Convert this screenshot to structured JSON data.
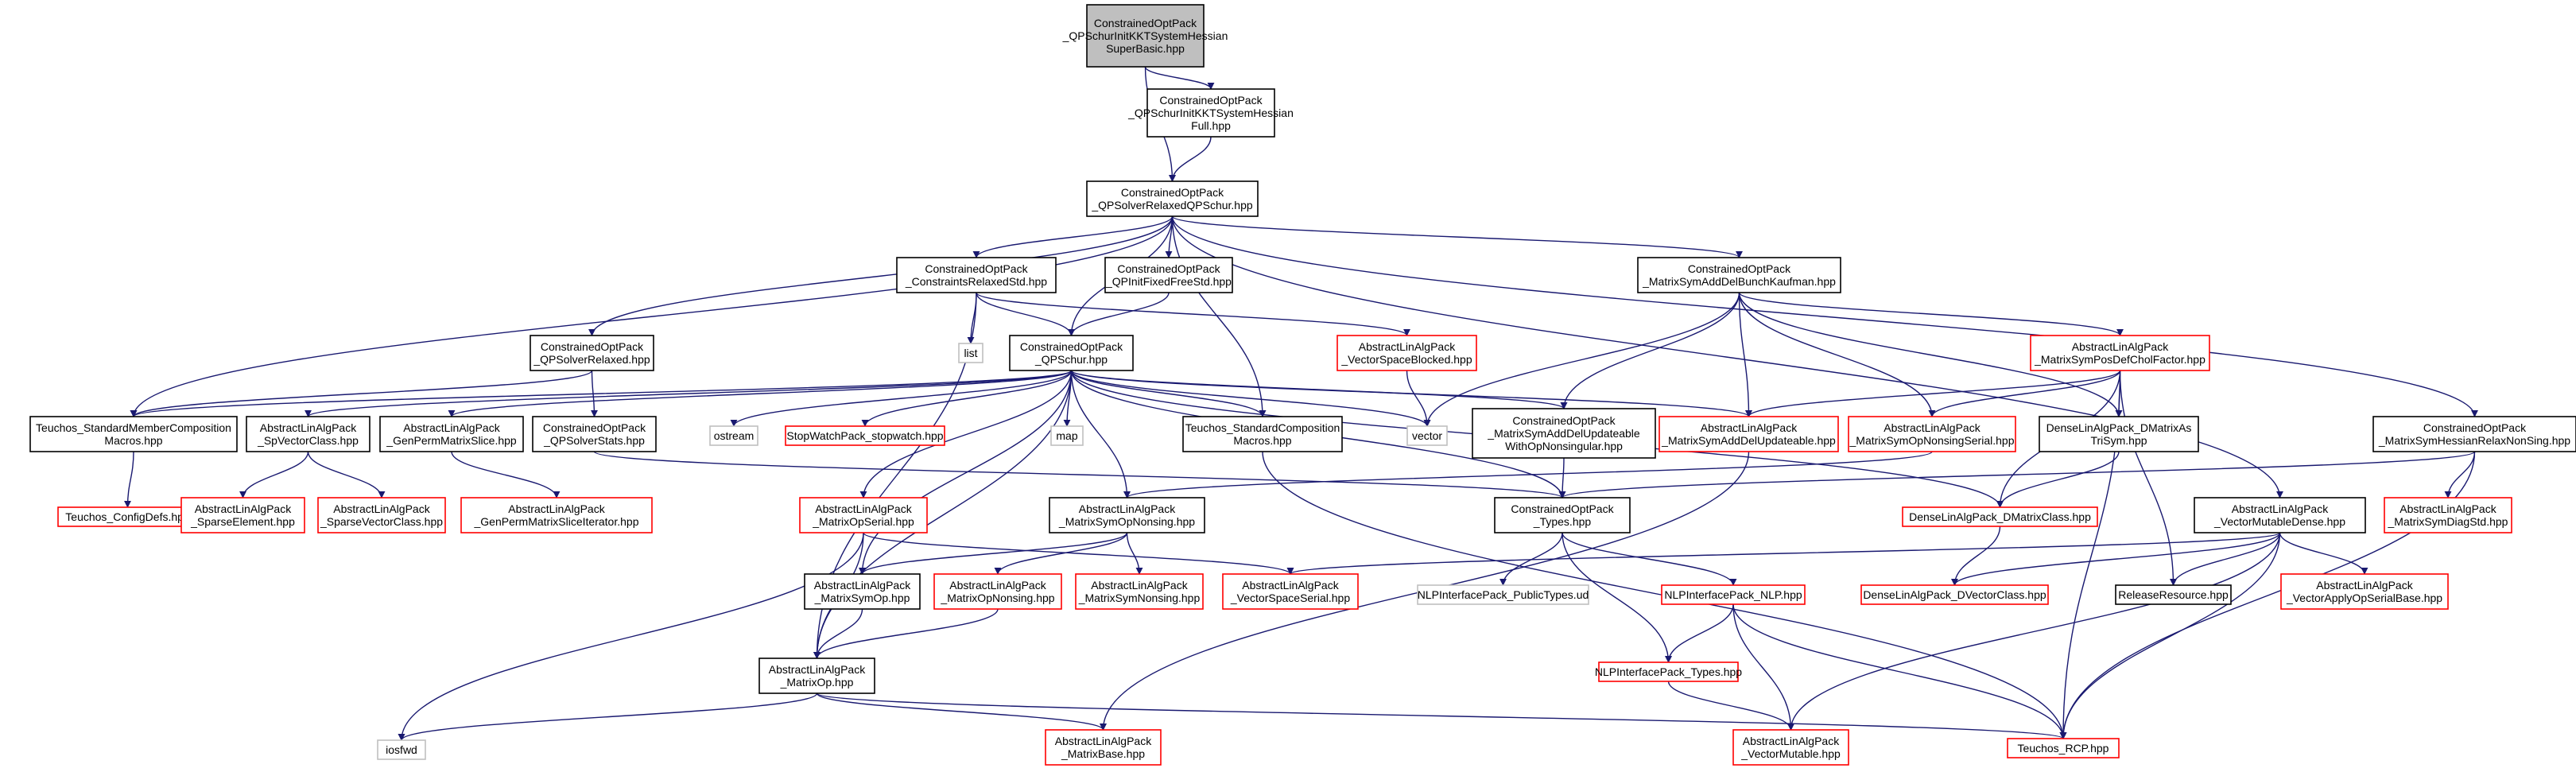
{
  "colors": {
    "edge": "#191970",
    "documented": "#000000",
    "undocumented": "#ff0000",
    "external": "#bfbfbf",
    "current": "#bfbfbf"
  },
  "nodes": [
    {
      "id": "root",
      "lines": [
        "ConstrainedOptPack",
        "_QPSchurInitKKTSystemHessian",
        "SuperBasic.hpp"
      ],
      "kind": "focus"
    },
    {
      "id": "full",
      "lines": [
        "ConstrainedOptPack",
        "_QPSchurInitKKTSystemHessian",
        "Full.hpp"
      ],
      "kind": "black"
    },
    {
      "id": "relaxedqp",
      "lines": [
        "ConstrainedOptPack",
        "_QPSolverRelaxedQPSchur.hpp"
      ],
      "kind": "black"
    },
    {
      "id": "constraints",
      "lines": [
        "ConstrainedOptPack",
        "_ConstraintsRelaxedStd.hpp"
      ],
      "kind": "black"
    },
    {
      "id": "qpinitfixed",
      "lines": [
        "ConstrainedOptPack",
        "_QPInitFixedFreeStd.hpp"
      ],
      "kind": "black"
    },
    {
      "id": "bunch",
      "lines": [
        "ConstrainedOptPack",
        "_MatrixSymAddDelBunchKaufman.hpp"
      ],
      "kind": "black"
    },
    {
      "id": "hessrelax",
      "lines": [
        "ConstrainedOptPack",
        "_MatrixSymHessianRelaxNonSing.hpp"
      ],
      "kind": "black"
    },
    {
      "id": "list",
      "lines": [
        "list"
      ],
      "kind": "gray"
    },
    {
      "id": "solverrelaxed",
      "lines": [
        "ConstrainedOptPack",
        "_QPSolverRelaxed.hpp"
      ],
      "kind": "black"
    },
    {
      "id": "qpschur",
      "lines": [
        "ConstrainedOptPack",
        "_QPSchur.hpp"
      ],
      "kind": "black"
    },
    {
      "id": "vsblocked",
      "lines": [
        "AbstractLinAlgPack",
        "_VectorSpaceBlocked.hpp"
      ],
      "kind": "red"
    },
    {
      "id": "posdef",
      "lines": [
        "AbstractLinAlgPack",
        "_MatrixSymPosDefCholFactor.hpp"
      ],
      "kind": "red"
    },
    {
      "id": "tsmember",
      "lines": [
        "Teuchos_StandardMemberComposition",
        "Macros.hpp"
      ],
      "kind": "black"
    },
    {
      "id": "spvector",
      "lines": [
        "AbstractLinAlgPack",
        "_SpVectorClass.hpp"
      ],
      "kind": "black"
    },
    {
      "id": "genperm",
      "lines": [
        "AbstractLinAlgPack",
        "_GenPermMatrixSlice.hpp"
      ],
      "kind": "black"
    },
    {
      "id": "qpstats",
      "lines": [
        "ConstrainedOptPack",
        "_QPSolverStats.hpp"
      ],
      "kind": "black"
    },
    {
      "id": "ostream",
      "lines": [
        "ostream"
      ],
      "kind": "gray"
    },
    {
      "id": "stopwatch",
      "lines": [
        "StopWatchPack_stopwatch.hpp"
      ],
      "kind": "red"
    },
    {
      "id": "map",
      "lines": [
        "map"
      ],
      "kind": "gray"
    },
    {
      "id": "tscomp",
      "lines": [
        "Teuchos_StandardComposition",
        "Macros.hpp"
      ],
      "kind": "black"
    },
    {
      "id": "vector",
      "lines": [
        "vector"
      ],
      "kind": "gray"
    },
    {
      "id": "symupd",
      "lines": [
        "ConstrainedOptPack",
        "_MatrixSymAddDelUpdateable",
        "WithOpNonsingular.hpp"
      ],
      "kind": "black"
    },
    {
      "id": "addupd",
      "lines": [
        "AbstractLinAlgPack",
        "_MatrixSymAddDelUpdateable.hpp"
      ],
      "kind": "red"
    },
    {
      "id": "opnonsser",
      "lines": [
        "AbstractLinAlgPack",
        "_MatrixSymOpNonsingSerial.hpp"
      ],
      "kind": "red"
    },
    {
      "id": "dmtri",
      "lines": [
        "DenseLinAlgPack_DMatrixAs",
        "TriSym.hpp"
      ],
      "kind": "black"
    },
    {
      "id": "configdefs",
      "lines": [
        "Teuchos_ConfigDefs.hpp"
      ],
      "kind": "red"
    },
    {
      "id": "sparseel",
      "lines": [
        "AbstractLinAlgPack",
        "_SparseElement.hpp"
      ],
      "kind": "red"
    },
    {
      "id": "sparsevec",
      "lines": [
        "AbstractLinAlgPack",
        "_SparseVectorClass.hpp"
      ],
      "kind": "red"
    },
    {
      "id": "genpermit",
      "lines": [
        "AbstractLinAlgPack",
        "_GenPermMatrixSliceIterator.hpp"
      ],
      "kind": "red"
    },
    {
      "id": "opserial",
      "lines": [
        "AbstractLinAlgPack",
        "_MatrixOpSerial.hpp"
      ],
      "kind": "red"
    },
    {
      "id": "symopnons",
      "lines": [
        "AbstractLinAlgPack",
        "_MatrixSymOpNonsing.hpp"
      ],
      "kind": "black"
    },
    {
      "id": "types",
      "lines": [
        "ConstrainedOptPack",
        "_Types.hpp"
      ],
      "kind": "black"
    },
    {
      "id": "dmatrix",
      "lines": [
        "DenseLinAlgPack_DMatrixClass.hpp"
      ],
      "kind": "red"
    },
    {
      "id": "vecmut",
      "lines": [
        "AbstractLinAlgPack",
        "_VectorMutableDense.hpp"
      ],
      "kind": "black"
    },
    {
      "id": "diagstd",
      "lines": [
        "AbstractLinAlgPack",
        "_MatrixSymDiagStd.hpp"
      ],
      "kind": "red"
    },
    {
      "id": "symop",
      "lines": [
        "AbstractLinAlgPack",
        "_MatrixSymOp.hpp"
      ],
      "kind": "black"
    },
    {
      "id": "opnons",
      "lines": [
        "AbstractLinAlgPack",
        "_MatrixOpNonsing.hpp"
      ],
      "kind": "red"
    },
    {
      "id": "symnons",
      "lines": [
        "AbstractLinAlgPack",
        "_MatrixSymNonsing.hpp"
      ],
      "kind": "red"
    },
    {
      "id": "vspser",
      "lines": [
        "AbstractLinAlgPack",
        "_VectorSpaceSerial.hpp"
      ],
      "kind": "red"
    },
    {
      "id": "nlpptypes",
      "lines": [
        "NLPInterfacePack_PublicTypes.ud"
      ],
      "kind": "gray"
    },
    {
      "id": "nlp",
      "lines": [
        "NLPInterfacePack_NLP.hpp"
      ],
      "kind": "red"
    },
    {
      "id": "dvector",
      "lines": [
        "DenseLinAlgPack_DVectorClass.hpp"
      ],
      "kind": "red"
    },
    {
      "id": "release",
      "lines": [
        "ReleaseResource.hpp"
      ],
      "kind": "black"
    },
    {
      "id": "vapply",
      "lines": [
        "AbstractLinAlgPack",
        "_VectorApplyOpSerialBase.hpp"
      ],
      "kind": "red"
    },
    {
      "id": "matrixop",
      "lines": [
        "AbstractLinAlgPack",
        "_MatrixOp.hpp"
      ],
      "kind": "black"
    },
    {
      "id": "nlptypes",
      "lines": [
        "NLPInterfacePack_Types.hpp"
      ],
      "kind": "red"
    },
    {
      "id": "iosfwd",
      "lines": [
        "iosfwd"
      ],
      "kind": "gray"
    },
    {
      "id": "matbase",
      "lines": [
        "AbstractLinAlgPack",
        "_MatrixBase.hpp"
      ],
      "kind": "red"
    },
    {
      "id": "vecmutable",
      "lines": [
        "AbstractLinAlgPack",
        "_VectorMutable.hpp"
      ],
      "kind": "red"
    },
    {
      "id": "rcp",
      "lines": [
        "Teuchos_RCP.hpp"
      ],
      "kind": "red"
    }
  ],
  "edges": [
    [
      "root",
      "full"
    ],
    [
      "root",
      "relaxedqp"
    ],
    [
      "full",
      "relaxedqp"
    ],
    [
      "relaxedqp",
      "constraints"
    ],
    [
      "relaxedqp",
      "qpinitfixed"
    ],
    [
      "relaxedqp",
      "bunch"
    ],
    [
      "relaxedqp",
      "hessrelax"
    ],
    [
      "relaxedqp",
      "solverrelaxed"
    ],
    [
      "relaxedqp",
      "qpschur"
    ],
    [
      "relaxedqp",
      "tsmember"
    ],
    [
      "relaxedqp",
      "tscomp"
    ],
    [
      "relaxedqp",
      "vecmut"
    ],
    [
      "constraints",
      "list"
    ],
    [
      "constraints",
      "qpschur"
    ],
    [
      "constraints",
      "vsblocked"
    ],
    [
      "constraints",
      "matrixop"
    ],
    [
      "qpinitfixed",
      "qpschur"
    ],
    [
      "bunch",
      "posdef"
    ],
    [
      "bunch",
      "vector"
    ],
    [
      "bunch",
      "symupd"
    ],
    [
      "bunch",
      "addupd"
    ],
    [
      "bunch",
      "opnonsser"
    ],
    [
      "bunch",
      "dmtri"
    ],
    [
      "hessrelax",
      "types"
    ],
    [
      "hessrelax",
      "diagstd"
    ],
    [
      "hessrelax",
      "rcp"
    ],
    [
      "solverrelaxed",
      "tsmember"
    ],
    [
      "solverrelaxed",
      "qpstats"
    ],
    [
      "qpschur",
      "tsmember"
    ],
    [
      "qpschur",
      "spvector"
    ],
    [
      "qpschur",
      "genperm"
    ],
    [
      "qpschur",
      "ostream"
    ],
    [
      "qpschur",
      "stopwatch"
    ],
    [
      "qpschur",
      "map"
    ],
    [
      "qpschur",
      "tscomp"
    ],
    [
      "qpschur",
      "vector"
    ],
    [
      "qpschur",
      "symupd"
    ],
    [
      "qpschur",
      "addupd"
    ],
    [
      "qpschur",
      "opserial"
    ],
    [
      "qpschur",
      "symopnons"
    ],
    [
      "qpschur",
      "symop"
    ],
    [
      "qpschur",
      "types"
    ],
    [
      "qpschur",
      "dmatrix"
    ],
    [
      "qpschur",
      "matrixop"
    ],
    [
      "vsblocked",
      "vector"
    ],
    [
      "posdef",
      "addupd"
    ],
    [
      "posdef",
      "opnonsser"
    ],
    [
      "posdef",
      "dmtri"
    ],
    [
      "posdef",
      "dmatrix"
    ],
    [
      "posdef",
      "release"
    ],
    [
      "posdef",
      "rcp"
    ],
    [
      "tsmember",
      "configdefs"
    ],
    [
      "spvector",
      "sparseel"
    ],
    [
      "spvector",
      "sparsevec"
    ],
    [
      "genperm",
      "genpermit"
    ],
    [
      "qpstats",
      "types"
    ],
    [
      "tscomp",
      "rcp"
    ],
    [
      "symupd",
      "types"
    ],
    [
      "addupd",
      "matbase"
    ],
    [
      "opnonsser",
      "symopnons"
    ],
    [
      "dmtri",
      "dmatrix"
    ],
    [
      "opserial",
      "matrixop"
    ],
    [
      "opserial",
      "vspser"
    ],
    [
      "opserial",
      "iosfwd"
    ],
    [
      "symopnons",
      "symop"
    ],
    [
      "symopnons",
      "opnons"
    ],
    [
      "symopnons",
      "symnons"
    ],
    [
      "types",
      "nlpptypes"
    ],
    [
      "types",
      "nlp"
    ],
    [
      "types",
      "nlptypes"
    ],
    [
      "dmatrix",
      "dvector"
    ],
    [
      "vecmut",
      "vspser"
    ],
    [
      "vecmut",
      "dvector"
    ],
    [
      "vecmut",
      "release"
    ],
    [
      "vecmut",
      "vapply"
    ],
    [
      "vecmut",
      "vecmutable"
    ],
    [
      "vecmut",
      "rcp"
    ],
    [
      "symop",
      "matrixop"
    ],
    [
      "opnons",
      "matrixop"
    ],
    [
      "nlp",
      "nlptypes"
    ],
    [
      "nlp",
      "vecmutable"
    ],
    [
      "nlp",
      "rcp"
    ],
    [
      "matrixop",
      "iosfwd"
    ],
    [
      "matrixop",
      "matbase"
    ],
    [
      "matrixop",
      "rcp"
    ],
    [
      "nlptypes",
      "vecmutable"
    ]
  ]
}
